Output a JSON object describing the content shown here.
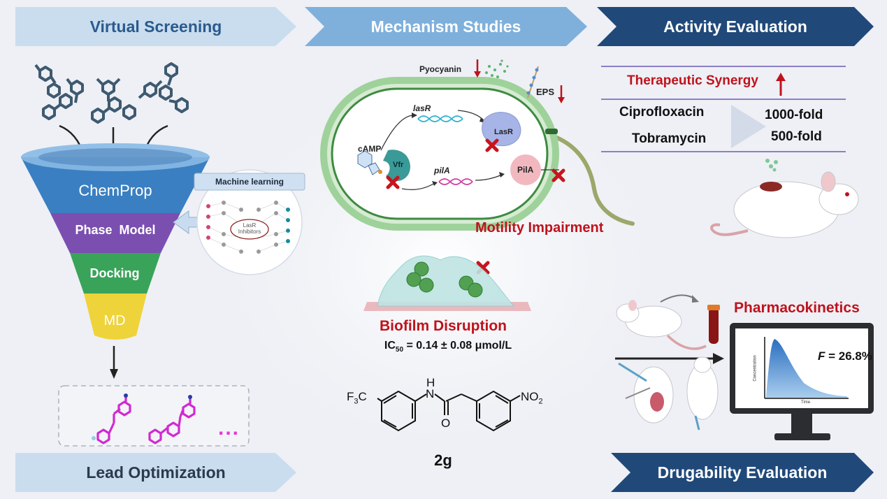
{
  "headers": {
    "virtual_screening": "Virtual Screening",
    "mechanism_studies": "Mechanism Studies",
    "activity_evaluation": "Activity Evaluation",
    "lead_optimization": "Lead Optimization",
    "drugability_evaluation": "Drugability Evaluation"
  },
  "funnel": {
    "layers": [
      "ChemProp",
      "Phase  Model",
      "Docking",
      "MD"
    ],
    "colors": [
      "#3a7fc1",
      "#7b4fb0",
      "#3aa35a",
      "#efd33a"
    ]
  },
  "machine_learning": {
    "title": "Machine learning",
    "center_label_line1": "LasR",
    "center_label_line2": "Inhibitors"
  },
  "lead_optimization": {
    "ellipsis": "..."
  },
  "mechanism": {
    "pyocyanin": "Pyocyanin",
    "eps": "EPS",
    "lasR_gene": "lasR",
    "lasR_protein": "LasR",
    "camp": "cAMP",
    "vfr": "Vfr",
    "pilA_gene": "pilA",
    "pilA_protein": "PilA",
    "motility": "Motility Impairment"
  },
  "biofilm": {
    "title": "Biofilm Disruption",
    "ic50_prefix": "IC",
    "ic50_sub": "50",
    "ic50_value": " = 0.14 ± 0.08 μmol/L"
  },
  "compound": {
    "name": "2g",
    "cf3": "F3C",
    "nh": "N",
    "h": "H",
    "o": "O",
    "no2": "NO2"
  },
  "activity": {
    "synergy": "Therapeutic Synergy",
    "drug1": "Ciprofloxacin",
    "drug2": "Tobramycin",
    "fold1": "1000-fold",
    "fold2": "500-fold"
  },
  "pk": {
    "title": "Pharmacokinetics",
    "f_label": "F",
    "f_value": " = 26.8%",
    "y_axis": "Concentration",
    "x_axis": "Time"
  },
  "colors": {
    "accent_red": "#c0121c",
    "header_light": "#c9ddef",
    "header_mid": "#7fb0dc",
    "header_dark": "#20497a"
  }
}
